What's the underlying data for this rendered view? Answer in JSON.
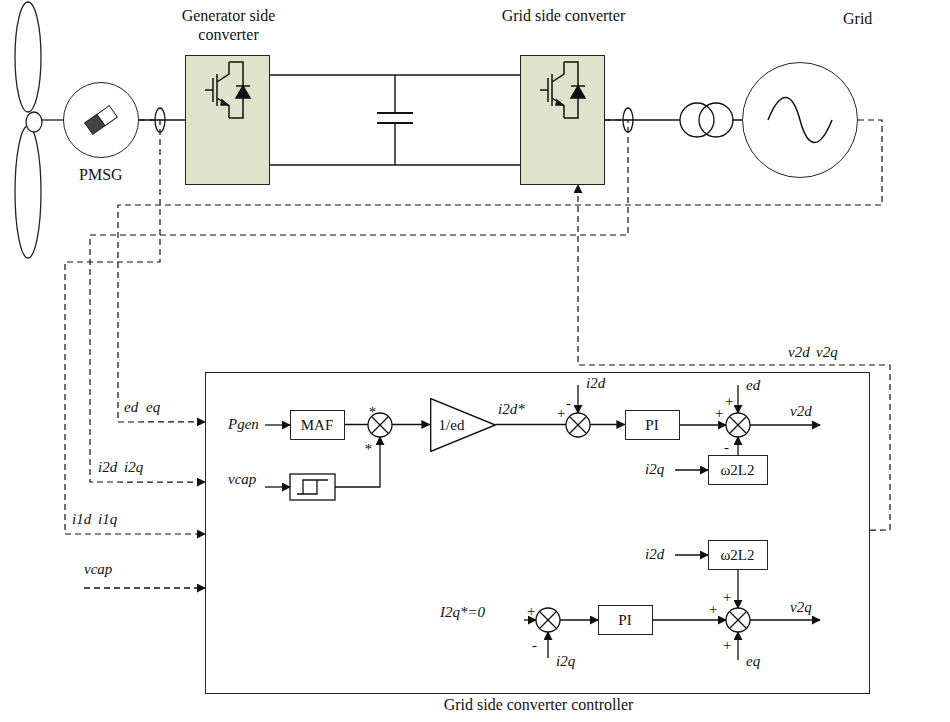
{
  "diagram": {
    "nodes": [
      {
        "text": [
          "PMSG"
        ]
      },
      {
        "text": [
          "Generator side converter"
        ]
      },
      {
        "text": [
          "Grid side converter"
        ]
      },
      {
        "text": [
          "Grid"
        ]
      },
      {
        "text": [
          "Grid side converter controller"
        ]
      },
      {
        "text": [
          "MAF"
        ],
        "in": 4
      },
      {
        "text": [
          "1/ed"
        ],
        "in": 4
      },
      {
        "text": [
          "PI"
        ],
        "in": 4
      },
      {
        "text": [
          "ω2L2"
        ],
        "in": 4
      },
      {
        "text": [
          "ω2L2"
        ],
        "in": 4
      },
      {
        "text": [
          "PI"
        ],
        "in": 4
      }
    ],
    "edges": [
      {
        "from": 0,
        "to": 1,
        "arrow": "none"
      },
      {
        "from": 1,
        "to": 2,
        "arrow": "none"
      },
      {
        "from": 2,
        "to": 3,
        "arrow": "none"
      },
      {
        "from": 0,
        "to": 4,
        "arrow": "to"
      },
      {
        "from": 2,
        "to": 4,
        "arrow": "to"
      },
      {
        "from": 3,
        "to": 4,
        "arrow": "to"
      },
      {
        "from": 4,
        "to": 2,
        "arrow": "to"
      },
      {
        "from": 5,
        "to": 6,
        "arrow": "to"
      },
      {
        "from": 6,
        "to": 7,
        "arrow": "to"
      }
    ],
    "labels": [
      "ed",
      "eq",
      "i2d",
      "i2q",
      "i1d",
      "i1q",
      "vcap",
      "v2d",
      "v2q",
      "Pgen",
      "vcap",
      "*",
      "*",
      "i2d*",
      "i2d",
      "+",
      "-",
      "ed",
      "+",
      "+",
      "-",
      "v2d",
      "i2q",
      "i2d",
      "I2q*=0",
      "+",
      "-",
      "i2q",
      "+",
      "+",
      "+",
      "eq",
      "v2q"
    ]
  }
}
